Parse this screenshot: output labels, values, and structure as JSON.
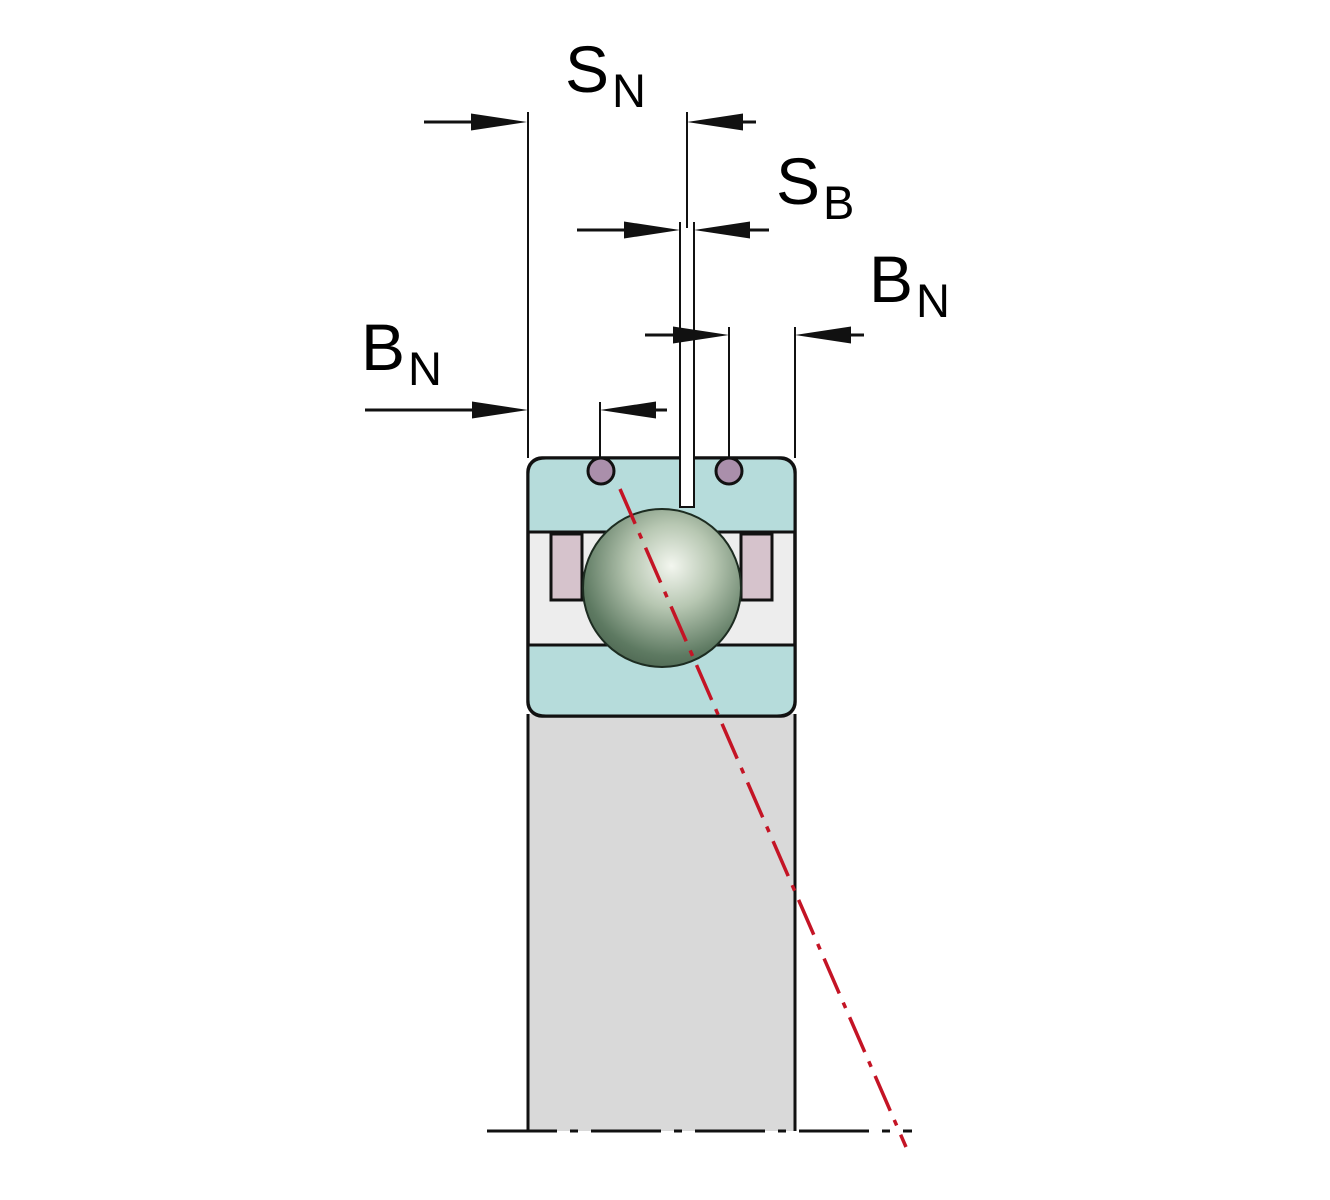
{
  "diagram": {
    "labels": {
      "s_n": {
        "symbol": "S",
        "subscript": "N"
      },
      "s_b": {
        "symbol": "S",
        "subscript": "B"
      },
      "b_n_right": {
        "symbol": "B",
        "subscript": "N"
      },
      "b_n_left": {
        "symbol": "B",
        "subscript": "N"
      }
    },
    "colors": {
      "ring_teal": "#b6dcdb",
      "bearing_body": "#ededed",
      "block_gray": "#d9d9d9",
      "cage_pink": "#d6c3cc",
      "rivet_purple": "#aa8fab",
      "slot_white": "#ffffff",
      "ball_highlight": "#f3f6ef",
      "ball_light_mid": "#b7c7b2",
      "ball_mid": "#5e7a62",
      "ball_dark": "#25382a",
      "ball_outline": "#1d2c21",
      "contact_line_red": "#c41425",
      "line_black": "#111111"
    }
  }
}
